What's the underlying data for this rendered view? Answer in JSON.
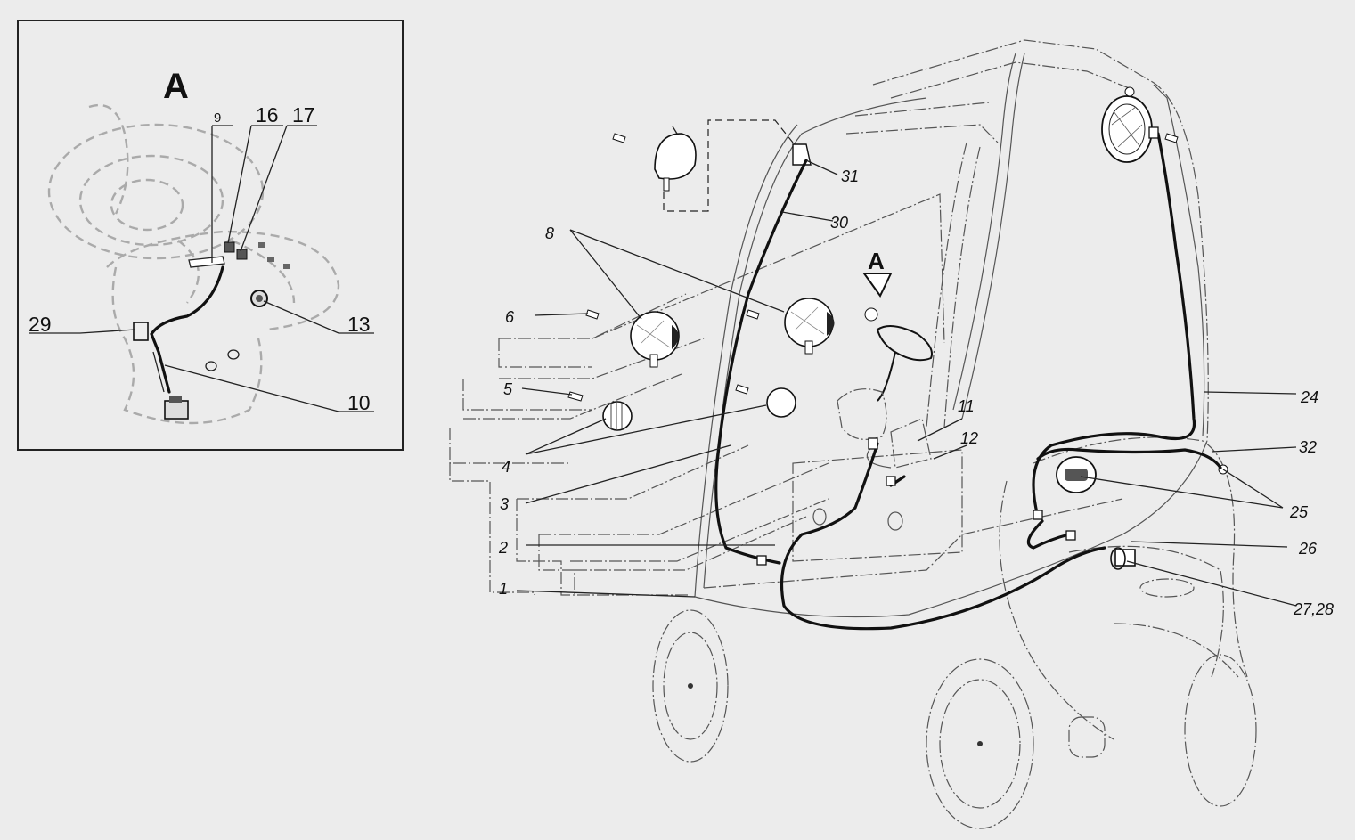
{
  "inset": {
    "view_letter": "A",
    "labels": [
      "9",
      "16",
      "17",
      "29",
      "13",
      "10"
    ]
  },
  "main": {
    "view_marker": "A",
    "labels": [
      "31",
      "30",
      "8",
      "6",
      "5",
      "4",
      "3",
      "2",
      "1",
      "11",
      "12",
      "24",
      "32",
      "25",
      "26",
      "27,28"
    ]
  }
}
